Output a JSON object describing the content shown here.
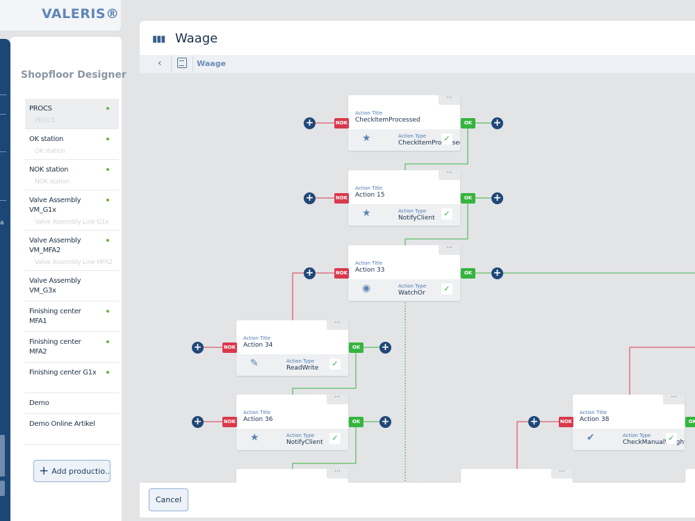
{
  "brand": {
    "name": "VALERIS®"
  },
  "sidebar": {
    "title": "Shopfloor Designer",
    "items": [
      {
        "name": "PROCS",
        "sub": "PROCS",
        "dot": true,
        "selected": true
      },
      {
        "name": "OK station",
        "sub": "OK station",
        "dot": true
      },
      {
        "name": "NOK station",
        "sub": "NOK station",
        "dot": true
      },
      {
        "name": "Valve Assembly VM_G1x",
        "sub": "Valve Assembly Line G1x",
        "dot": true
      },
      {
        "name": "Valve Assembly VM_MFA2",
        "sub": "Valve Assembly Line MFA2",
        "dot": true
      },
      {
        "name": "Valve Assembly VM_G3x",
        "sub": "",
        "dot": false
      },
      {
        "name": "Finishing center MFA1",
        "sub": "",
        "dot": true
      },
      {
        "name": "Finishing center MFA2",
        "sub": "",
        "dot": true
      },
      {
        "name": "Finishing center G1x",
        "sub": "",
        "dot": true
      },
      {
        "name": "Demo",
        "sub": "",
        "dot": false
      },
      {
        "name": "Demo Online Artikel",
        "sub": "",
        "dot": false
      }
    ],
    "add_button": "Add productio..."
  },
  "rail": {
    "letter": "a"
  },
  "header": {
    "title": "Waage",
    "breadcrumb": "Waage",
    "menu_icon": "columns-icon"
  },
  "flow": {
    "labels": {
      "action_title": "Action Title",
      "action_type": "Action Type",
      "ok": "OK",
      "nok": "NOK",
      "menu": "···",
      "add": "+",
      "check": "✓"
    },
    "nodes": [
      {
        "id": "n1",
        "title": "CheckItemProcessed",
        "type": "CheckItemProcessed",
        "icon": "★"
      },
      {
        "id": "n2",
        "title": "Action 15",
        "type": "NotifyClient",
        "icon": "★"
      },
      {
        "id": "n3",
        "title": "Action 33",
        "type": "WatchOr",
        "icon": "◉"
      },
      {
        "id": "n4",
        "title": "Action 34",
        "type": "ReadWrite",
        "icon": "✎"
      },
      {
        "id": "n5",
        "title": "Action 36",
        "type": "NotifyClient",
        "icon": "★"
      },
      {
        "id": "n6",
        "title": "Action 38",
        "type": "CheckManualWeight",
        "icon": "✔"
      }
    ]
  },
  "footer": {
    "cancel": "Cancel"
  },
  "colors": {
    "navy": "#1c4676",
    "ok_green": "#35b43e",
    "nok_red": "#d9394b",
    "accent_blue": "#4c78b2"
  }
}
